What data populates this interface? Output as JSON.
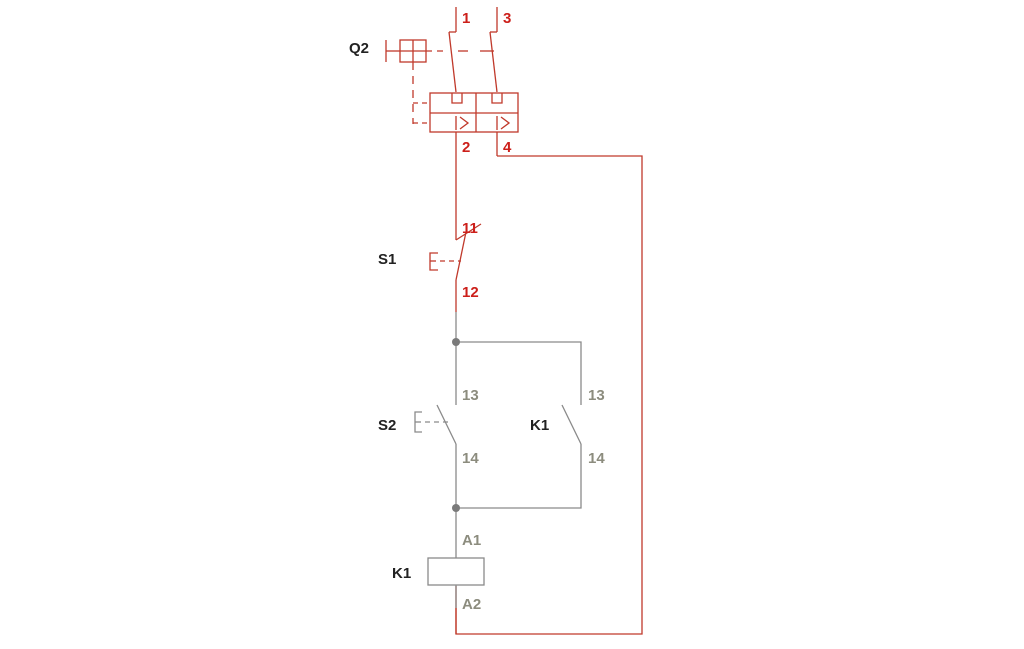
{
  "colors": {
    "active": "#c0392b",
    "active_text": "#cc1f1a",
    "passive": "#8a8a8a",
    "passive_text": "#8c8c7e",
    "device_text": "#222222",
    "node": "#7a7a7a"
  },
  "devices": {
    "q2": "Q2",
    "s1": "S1",
    "s2": "S2",
    "k1_contact": "K1",
    "k1_coil": "K1"
  },
  "terminals": {
    "q2_1": "1",
    "q2_3": "3",
    "q2_2": "2",
    "q2_4": "4",
    "s1_11": "11",
    "s1_12": "12",
    "s2_13": "13",
    "s2_14": "14",
    "k1_13": "13",
    "k1_14": "14",
    "coil_a1": "A1",
    "coil_a2": "A2"
  }
}
